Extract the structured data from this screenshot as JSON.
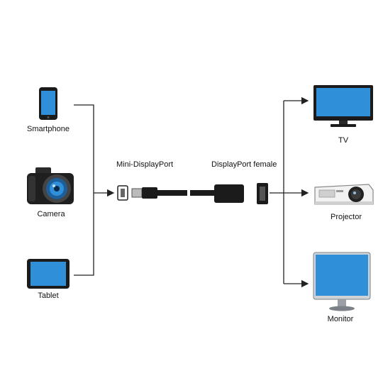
{
  "sources": [
    {
      "label": "Smartphone",
      "icon": "smartphone-icon"
    },
    {
      "label": "Camera",
      "icon": "camera-icon"
    },
    {
      "label": "Tablet",
      "icon": "tablet-icon"
    }
  ],
  "connectors": {
    "input_label": "Mini-DisplayPort",
    "output_label": "DisplayPort female"
  },
  "outputs": [
    {
      "label": "TV",
      "icon": "tv-icon"
    },
    {
      "label": "Projector",
      "icon": "projector-icon"
    },
    {
      "label": "Monitor",
      "icon": "monitor-icon"
    }
  ],
  "colors": {
    "line": "#222222",
    "screen": "#2f8fd8",
    "body": "#1a1a1a"
  }
}
